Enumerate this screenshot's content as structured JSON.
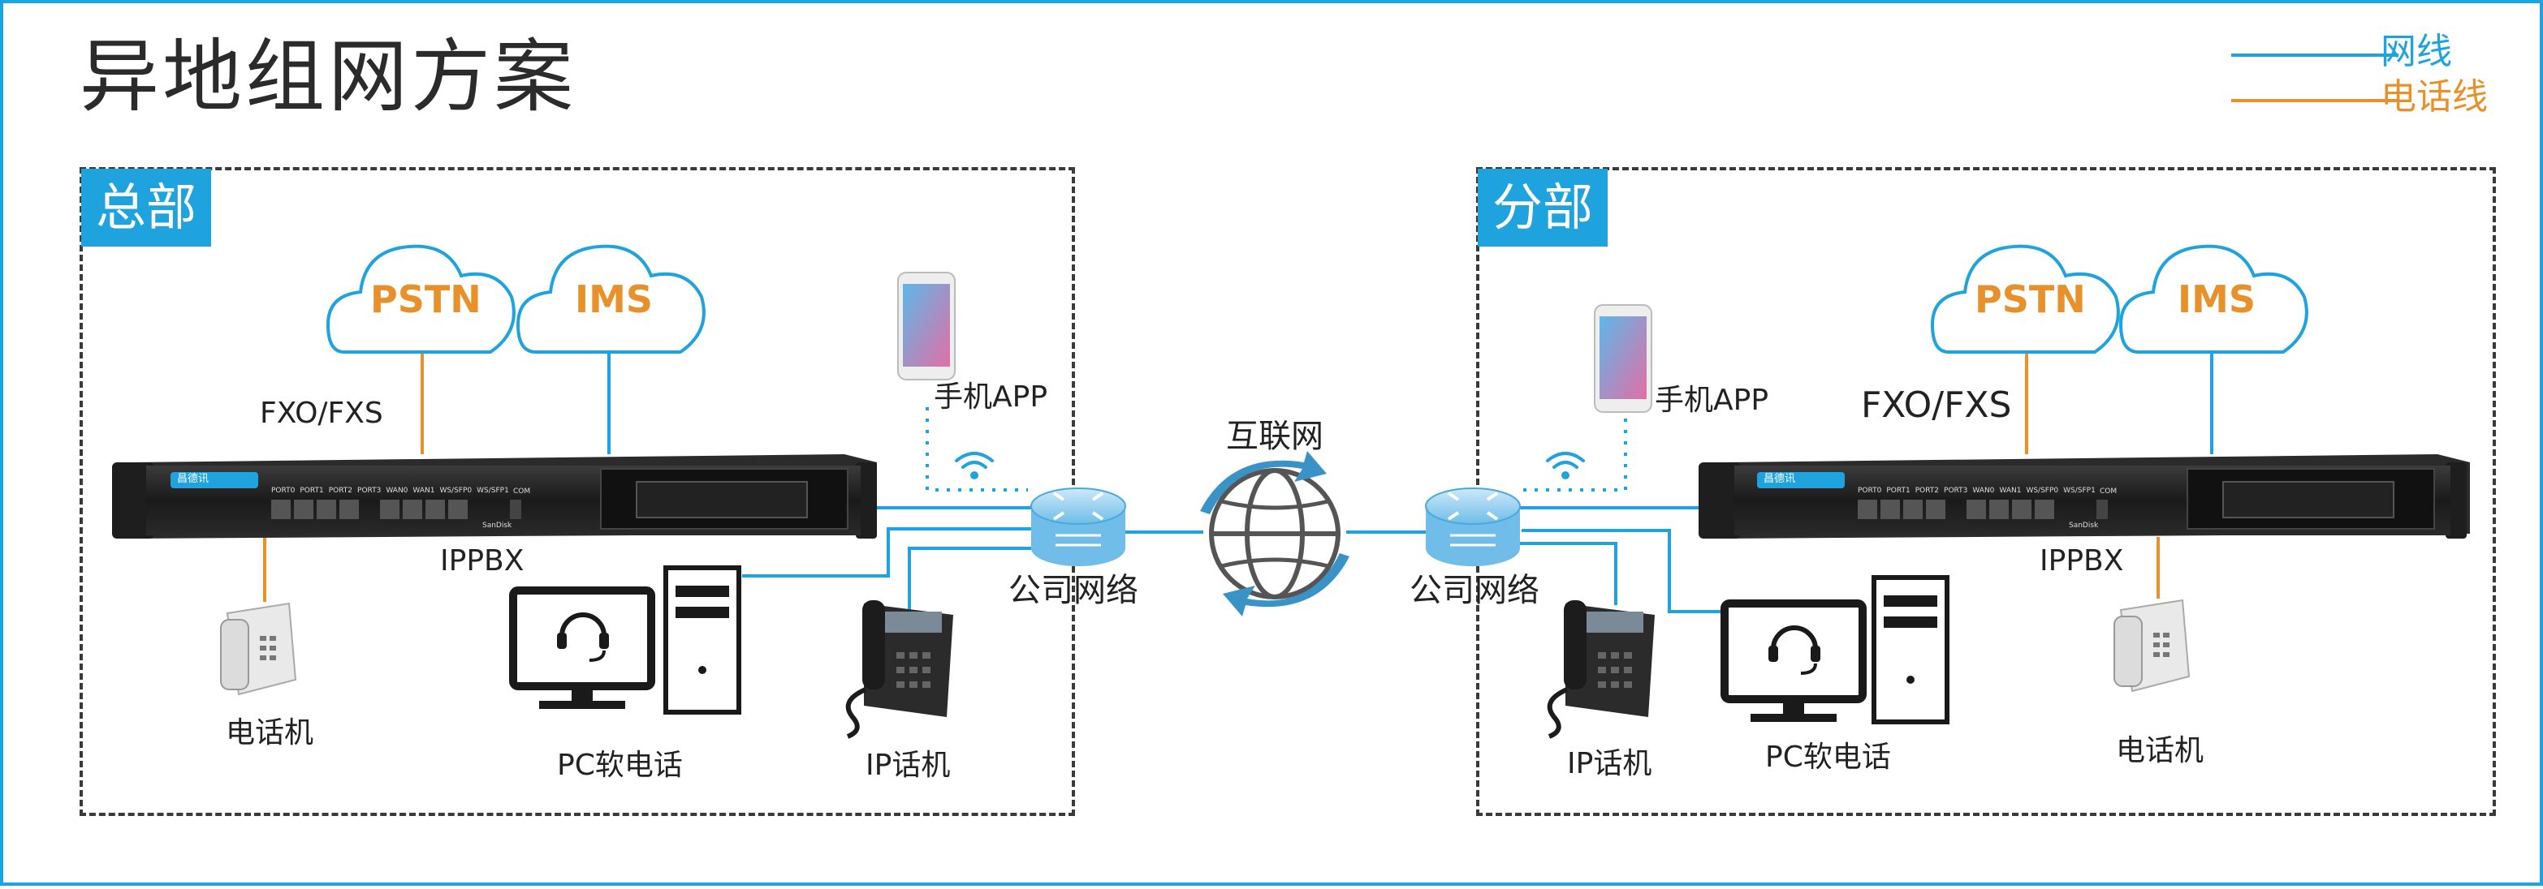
{
  "title": "异地组网方案",
  "legend": {
    "network_line": "网线",
    "phone_line": "电话线",
    "network_color": "#1fa3df",
    "phone_color": "#e8902a"
  },
  "hq": {
    "tag": "总部",
    "cloud_pstn": "PSTN",
    "cloud_ims": "IMS",
    "fxo_label": "FXO/FXS",
    "ippbx_label": "IPPBX",
    "phone_label": "电话机",
    "pc_label": "PC软电话",
    "ipphone_label": "IP话机",
    "mobile_label": "手机APP",
    "router_label": "公司网络"
  },
  "branch": {
    "tag": "分部",
    "cloud_pstn": "PSTN",
    "cloud_ims": "IMS",
    "fxo_label": "FXO/FXS",
    "ippbx_label": "IPPBX",
    "phone_label": "电话机",
    "pc_label": "PC软电话",
    "ipphone_label": "IP话机",
    "mobile_label": "手机APP",
    "router_label": "公司网络"
  },
  "internet_label": "互联网",
  "device": {
    "brand": "昌德讯",
    "ports": [
      "PORT0",
      "PORT1",
      "PORT2",
      "PORT3",
      "WAN0",
      "WAN1",
      "WS/SFP0",
      "WS/SFP1"
    ],
    "com": "COM",
    "sandisk": "SanDisk"
  }
}
